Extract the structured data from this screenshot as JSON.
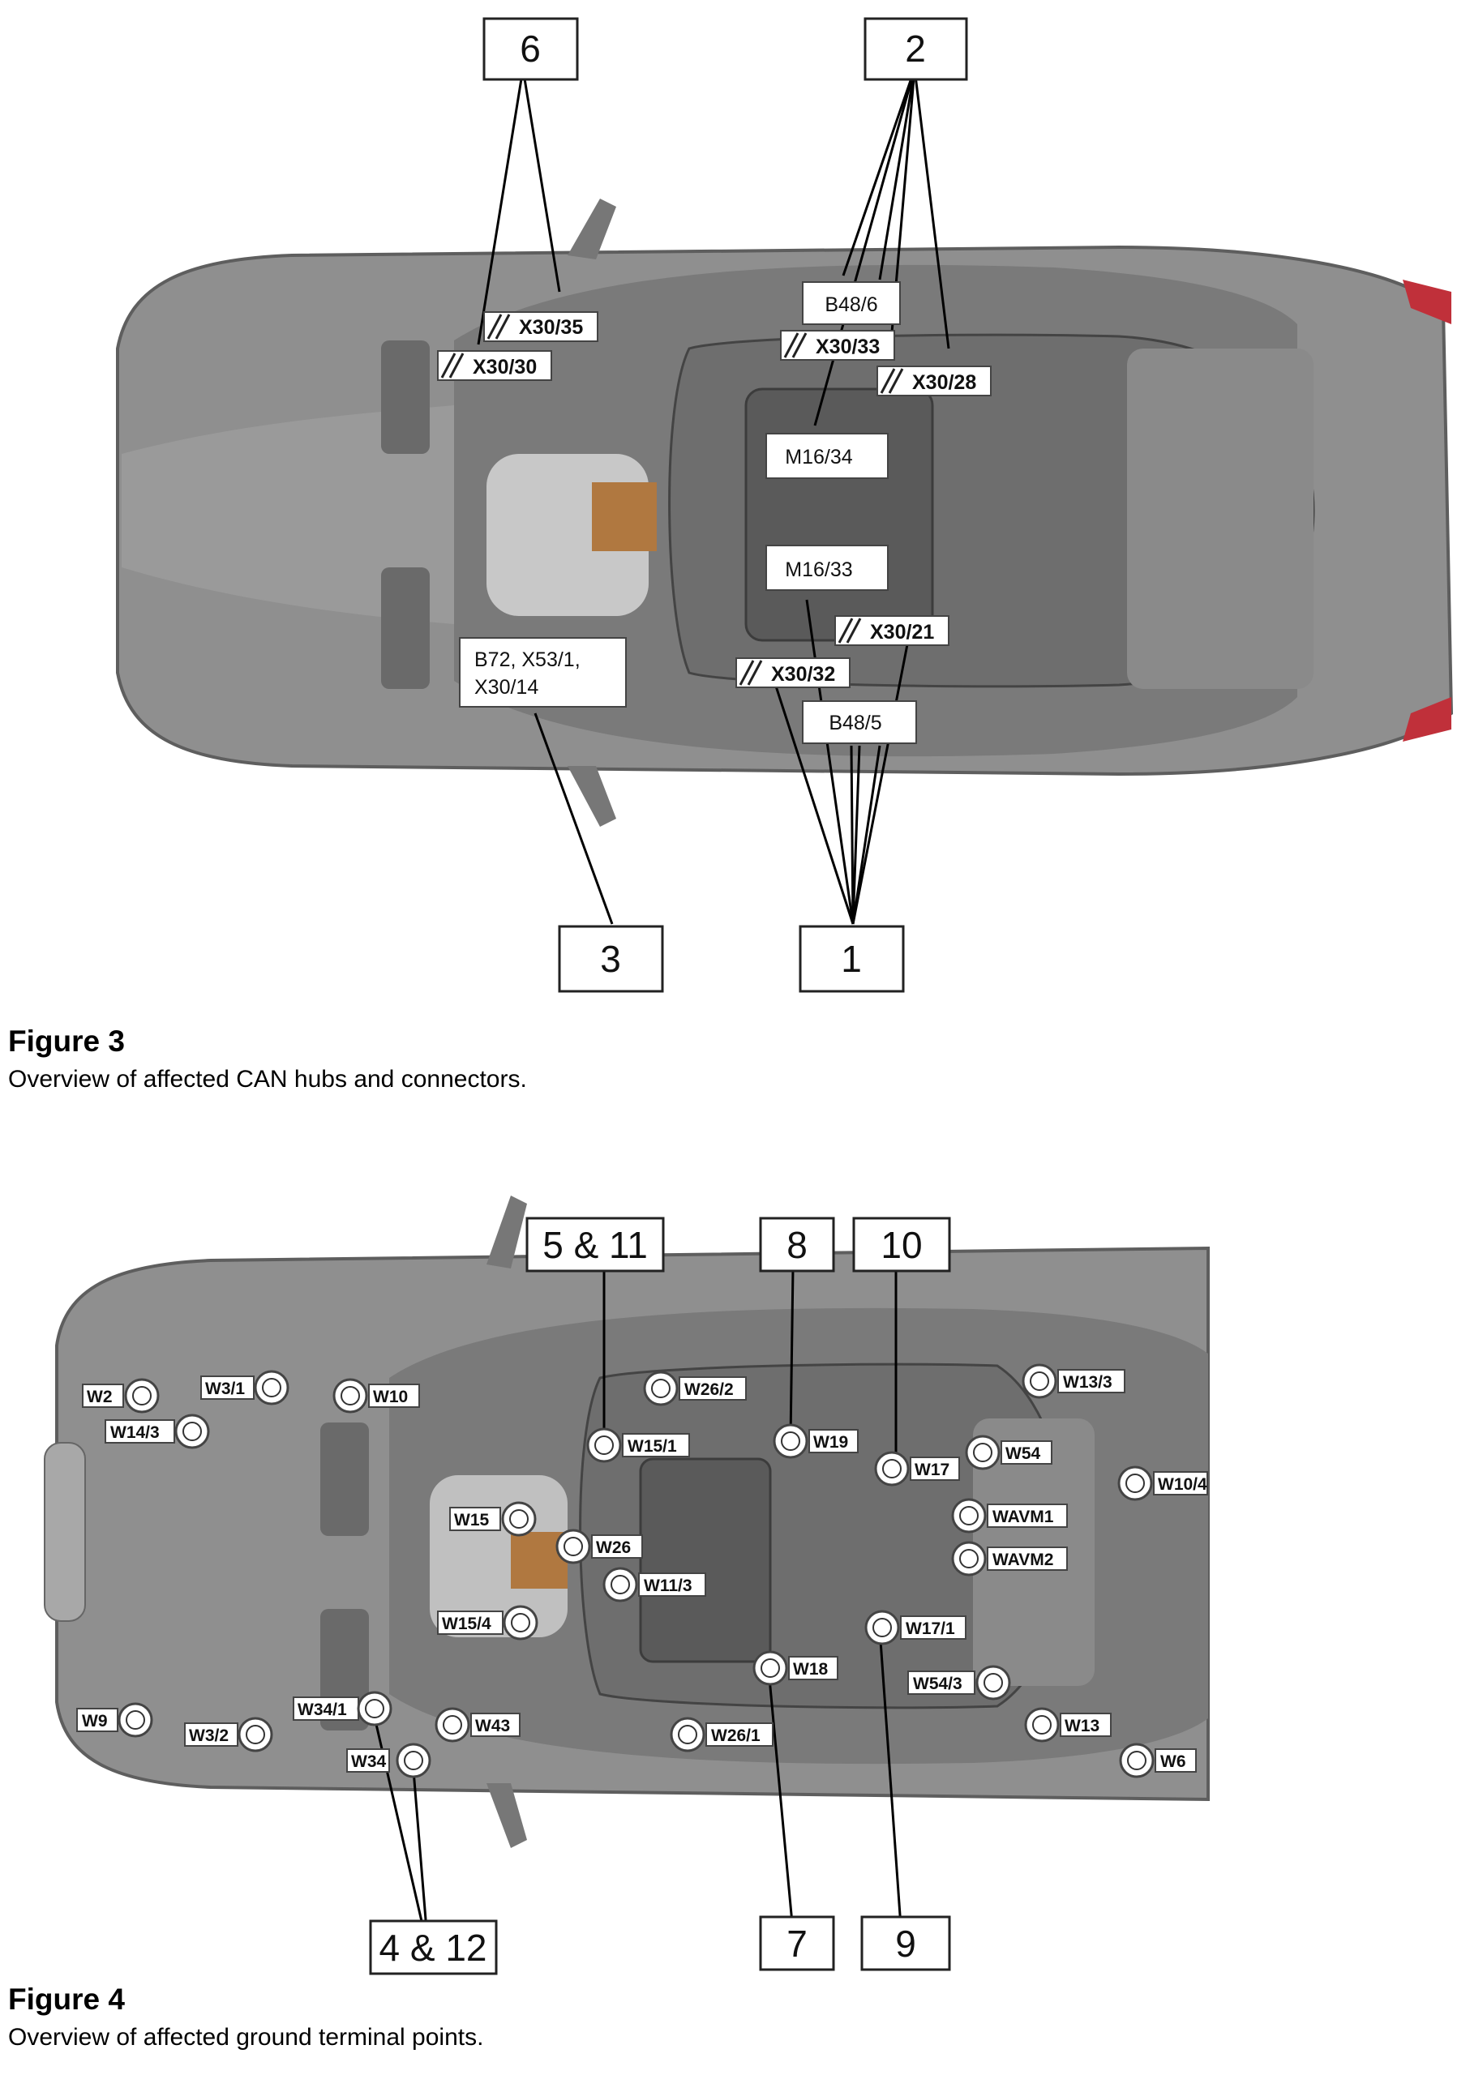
{
  "figure3": {
    "title": "Figure 3",
    "caption": "Overview of affected CAN hubs and connectors.",
    "callouts": [
      "6",
      "2",
      "3",
      "1"
    ],
    "components": [
      "B48/6",
      "M16/34",
      "M16/33",
      "B72, X53/1,",
      "X30/14",
      "B48/5"
    ],
    "connectors": [
      "X30/35",
      "X30/30",
      "X30/33",
      "X30/28",
      "X30/21",
      "X30/32"
    ]
  },
  "figure4": {
    "title": "Figure 4",
    "caption": "Overview of affected ground terminal points.",
    "callouts": [
      "5 & 11",
      "8",
      "10",
      "4 & 12",
      "7",
      "9"
    ],
    "ground_points": [
      "W2",
      "W3/1",
      "W10",
      "W14/3",
      "W26/2",
      "W15/1",
      "W19",
      "W13/3",
      "W54",
      "W17",
      "W10/4",
      "W15",
      "WAVM1",
      "W26",
      "WAVM2",
      "W11/3",
      "W15/4",
      "W17/1",
      "W18",
      "W54/3",
      "W34/1",
      "W9",
      "W3/2",
      "W43",
      "W26/1",
      "W13",
      "W34",
      "W6"
    ]
  },
  "colors": {
    "car_body": "#8f8f8f",
    "car_dark": "#5e5e5e",
    "glass": "#b8b8b8",
    "leader": "#000000",
    "brake_light": "#c0303a"
  }
}
